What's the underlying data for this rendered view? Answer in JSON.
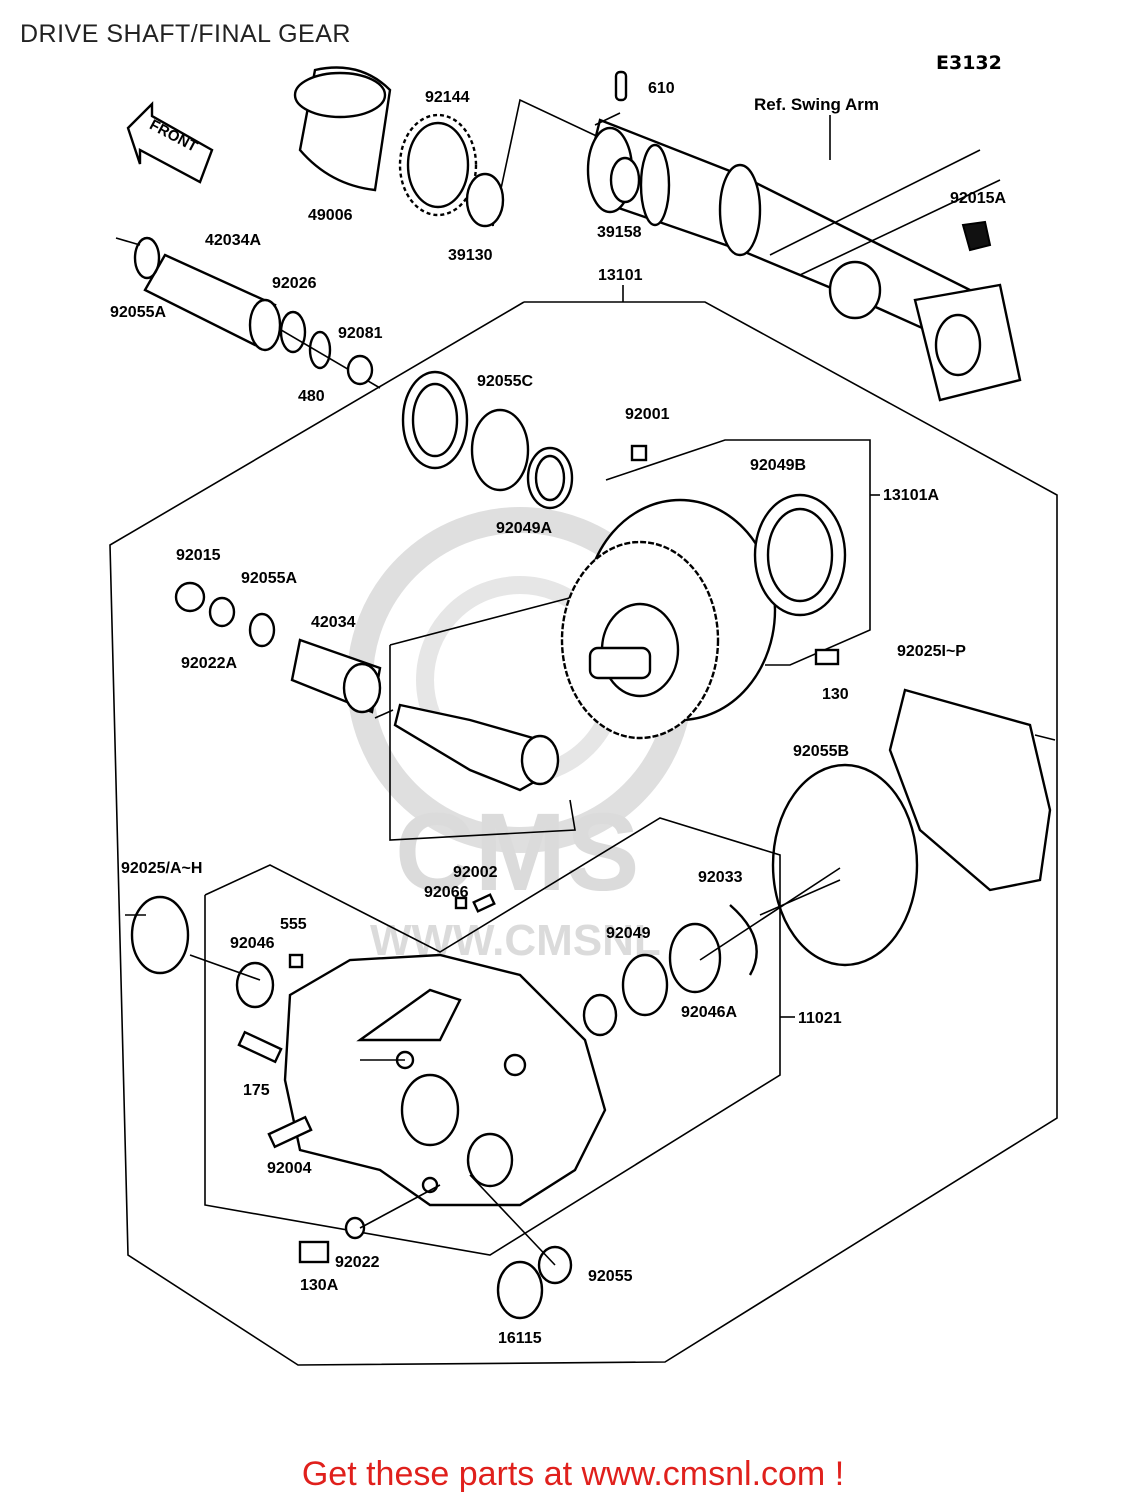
{
  "title": "DRIVE SHAFT/FINAL GEAR",
  "diagram_code": "E3132",
  "reference_label": "Ref. Swing Arm",
  "front_label": "FRONT",
  "footer": "Get these parts at www.cmsnl.com !",
  "watermark": {
    "brand": "CMS",
    "url": "WWW.CMSNL"
  },
  "colors": {
    "footer": "#e0201c",
    "line": "#000000",
    "watermark": "#d8d8d8"
  },
  "parts": {
    "p610": "610",
    "p92144": "92144",
    "p49006": "49006",
    "p39130": "39130",
    "p39158": "39158",
    "p92015A": "92015A",
    "p42034A": "42034A",
    "p92026": "92026",
    "p92055A_top": "92055A",
    "p92081": "92081",
    "p480": "480",
    "p13101": "13101",
    "p92055C": "92055C",
    "p92001": "92001",
    "p92049B": "92049B",
    "p13101A": "13101A",
    "p92049A": "92049A",
    "p92015": "92015",
    "p92055A_mid": "92055A",
    "p42034": "42034",
    "p92022A": "92022A",
    "p130": "130",
    "p92025IP": "92025I~P",
    "p92055B": "92055B",
    "p92025AH": "92025/A~H",
    "p92002": "92002",
    "p92066": "92066",
    "p92033": "92033",
    "p555": "555",
    "p92046": "92046",
    "p92049": "92049",
    "p92046A": "92046A",
    "p11021": "11021",
    "p175": "175",
    "p92004": "92004",
    "p92022": "92022",
    "p130A": "130A",
    "p92055": "92055",
    "p16115": "16115"
  }
}
